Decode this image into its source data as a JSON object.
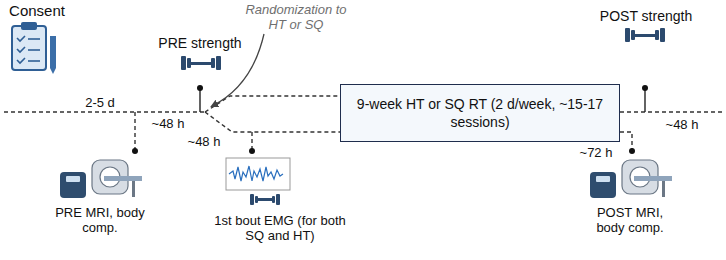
{
  "diagram": {
    "nodes": [
      {
        "text": [
          "9-week HT or SQ RT (2 d/week, ~15-17 sessions)"
        ]
      }
    ],
    "labels": [
      "Consent",
      "PRE strength",
      "Randomization to HT or SQ",
      "POST strength",
      "2-5 d",
      "~48 h",
      "~48 h",
      "~48 h",
      "~72 h",
      "PRE MRI, body comp.",
      "1st bout EMG (for both SQ and HT)",
      "POST MRI, body comp."
    ]
  }
}
